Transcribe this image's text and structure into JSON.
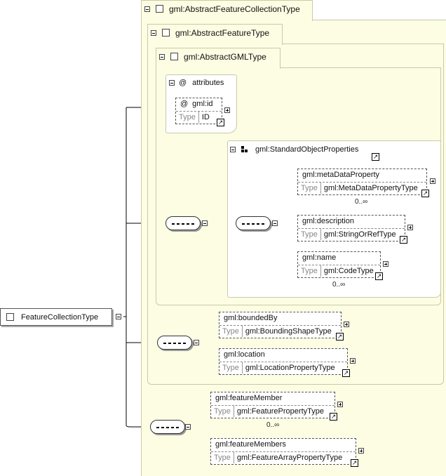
{
  "root": {
    "label": "FeatureCollectionType"
  },
  "abstract_feature_collection": {
    "label": "gml:AbstractFeatureCollectionType"
  },
  "abstract_feature": {
    "label": "gml:AbstractFeatureType"
  },
  "abstract_gml": {
    "label": "gml:AbstractGMLType"
  },
  "attributes": {
    "label": "attributes",
    "at_symbol": "@",
    "id": {
      "name": "gml:id",
      "type_key": "Type",
      "type_value": "ID"
    }
  },
  "standard_object_properties": {
    "label": "gml:StandardObjectProperties",
    "items": [
      {
        "name": "gml:metaDataProperty",
        "type_key": "Type",
        "type_value": "gml:MetaDataPropertyType",
        "multiplicity": "0..∞"
      },
      {
        "name": "gml:description",
        "type_key": "Type",
        "type_value": "gml:StringOrRefType",
        "multiplicity": ""
      },
      {
        "name": "gml:name",
        "type_key": "Type",
        "type_value": "gml:CodeType",
        "multiplicity": "0..∞"
      }
    ]
  },
  "feature_elements": [
    {
      "name": "gml:boundedBy",
      "type_key": "Type",
      "type_value": "gml:BoundingShapeType"
    },
    {
      "name": "gml:location",
      "type_key": "Type",
      "type_value": "gml:LocationPropertyType"
    }
  ],
  "collection_elements": [
    {
      "name": "gml:featureMember",
      "type_key": "Type",
      "type_value": "gml:FeaturePropertyType",
      "multiplicity": "0..∞"
    },
    {
      "name": "gml:featureMembers",
      "type_key": "Type",
      "type_value": "gml:FeatureArrayPropertyType",
      "multiplicity": ""
    }
  ],
  "colors": {
    "region_fill": "#fdfde3",
    "region_border": "#c9c9a8"
  }
}
